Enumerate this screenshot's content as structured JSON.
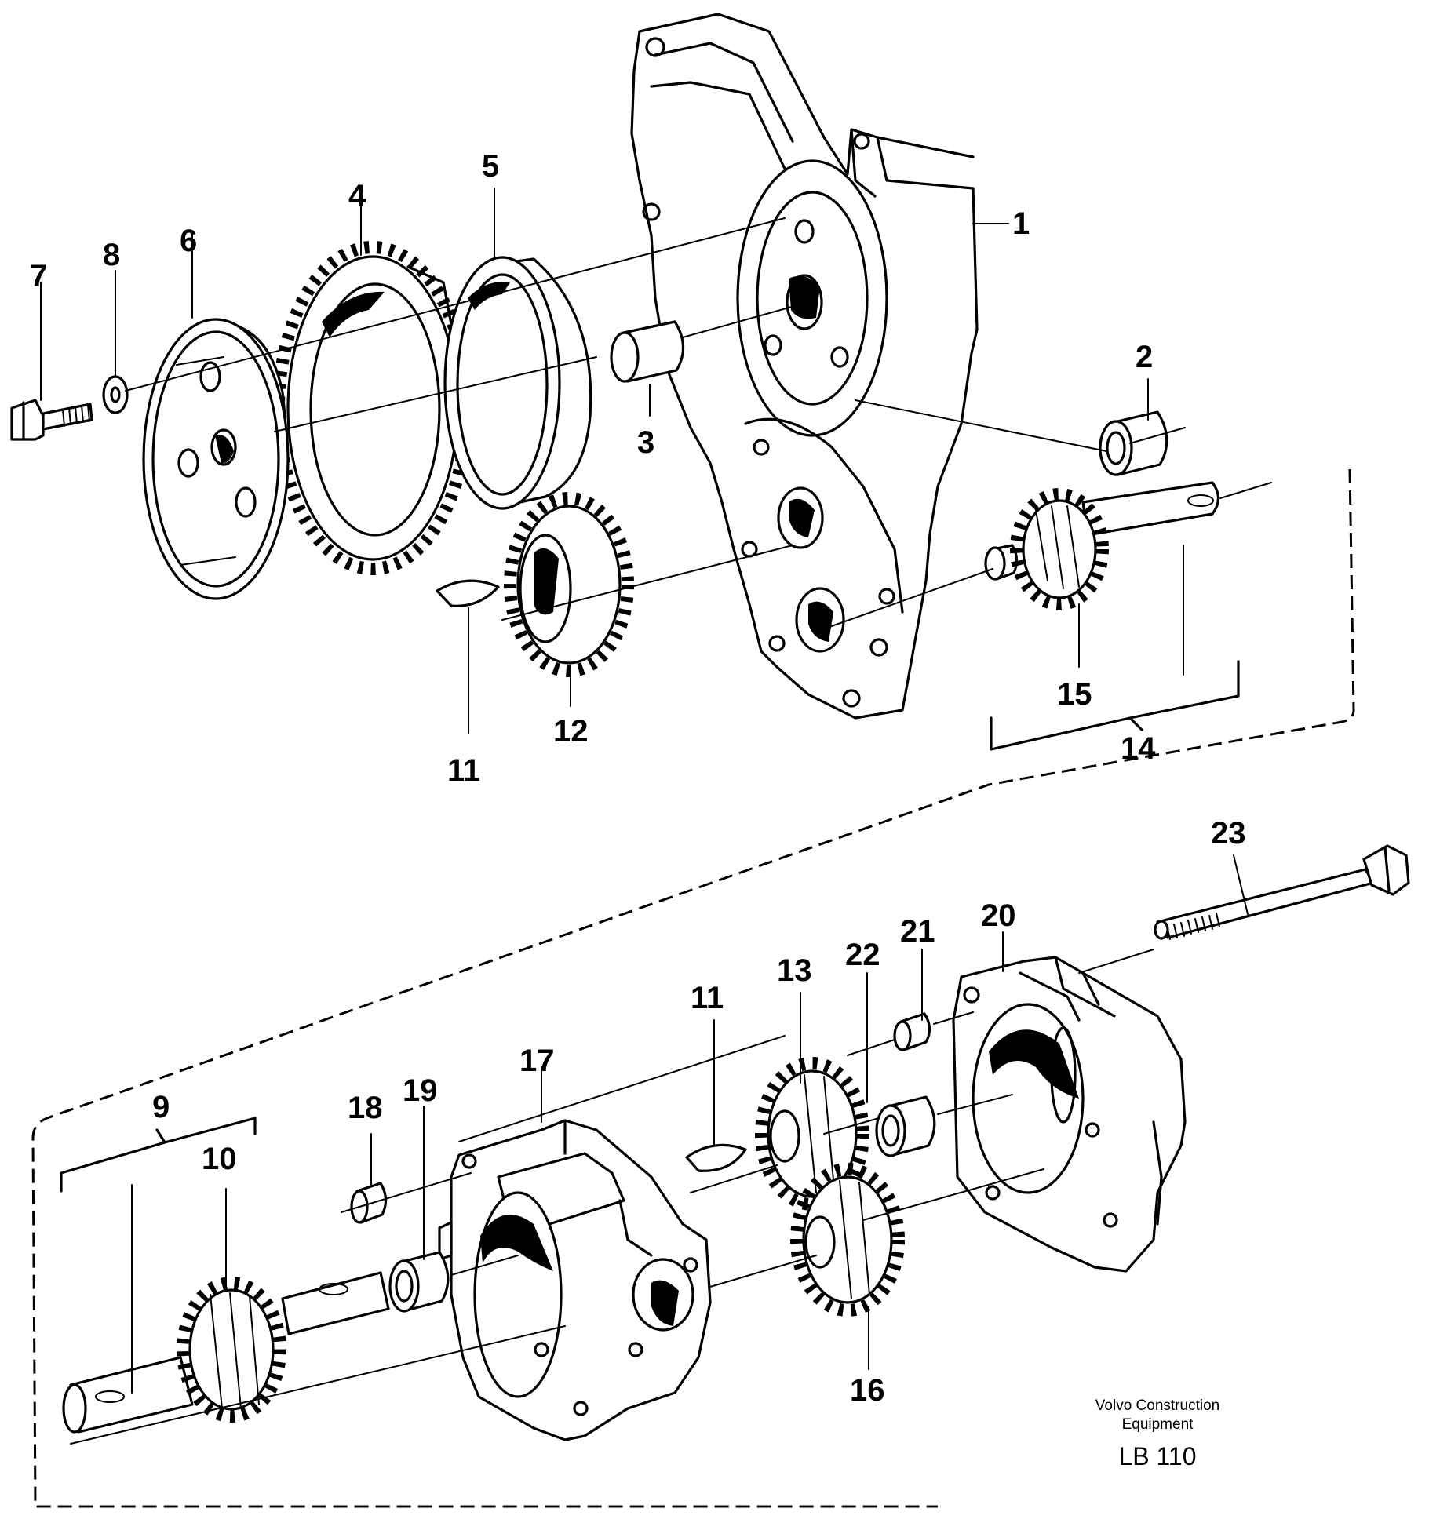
{
  "diagram": {
    "callouts": [
      {
        "id": "c1",
        "label": "1"
      },
      {
        "id": "c2",
        "label": "2"
      },
      {
        "id": "c3",
        "label": "3"
      },
      {
        "id": "c4",
        "label": "4"
      },
      {
        "id": "c5",
        "label": "5"
      },
      {
        "id": "c6",
        "label": "6"
      },
      {
        "id": "c7",
        "label": "7"
      },
      {
        "id": "c8",
        "label": "8"
      },
      {
        "id": "c9",
        "label": "9"
      },
      {
        "id": "c10",
        "label": "10"
      },
      {
        "id": "c11a",
        "label": "11"
      },
      {
        "id": "c11b",
        "label": "11"
      },
      {
        "id": "c12",
        "label": "12"
      },
      {
        "id": "c13",
        "label": "13"
      },
      {
        "id": "c14",
        "label": "14"
      },
      {
        "id": "c15",
        "label": "15"
      },
      {
        "id": "c16",
        "label": "16"
      },
      {
        "id": "c17",
        "label": "17"
      },
      {
        "id": "c18",
        "label": "18"
      },
      {
        "id": "c19",
        "label": "19"
      },
      {
        "id": "c20",
        "label": "20"
      },
      {
        "id": "c21",
        "label": "21"
      },
      {
        "id": "c22",
        "label": "22"
      },
      {
        "id": "c23",
        "label": "23"
      }
    ]
  },
  "credit": {
    "line1": "Volvo Construction",
    "line2": "Equipment",
    "code": "LB 110"
  }
}
